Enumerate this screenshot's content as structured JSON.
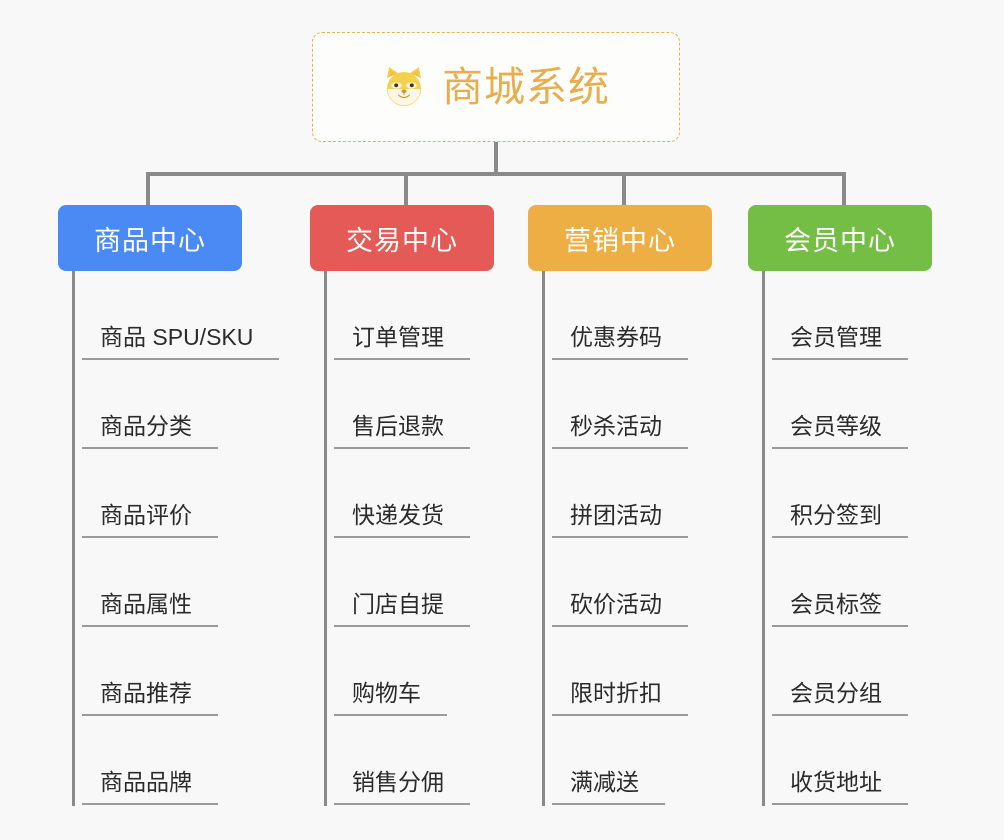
{
  "diagram": {
    "title": "商城系统",
    "background_color": "#f8f8f8",
    "connector_color": "#8a8a8a",
    "root": {
      "label": "商城系统",
      "icon": "shiba-inu-face-emoji",
      "text_color": "#e8ae4e",
      "border_color": "#e8b14e",
      "border_style": "dashed",
      "fill_color": "#fdfdfc"
    },
    "branches": [
      {
        "label": "商品中心",
        "color": "#4a8af4",
        "items": [
          "商品 SPU/SKU",
          "商品分类",
          "商品评价",
          "商品属性",
          "商品推荐",
          "商品品牌"
        ]
      },
      {
        "label": "交易中心",
        "color": "#e45a56",
        "items": [
          "订单管理",
          "售后退款",
          "快递发货",
          "门店自提",
          "购物车",
          "销售分佣"
        ]
      },
      {
        "label": "营销中心",
        "color": "#edae44",
        "items": [
          "优惠券码",
          "秒杀活动",
          "拼团活动",
          "砍价活动",
          "限时折扣",
          "满减送"
        ]
      },
      {
        "label": "会员中心",
        "color": "#74be46",
        "items": [
          "会员管理",
          "会员等级",
          "积分签到",
          "会员标签",
          "会员分组",
          "收货地址"
        ]
      }
    ]
  }
}
